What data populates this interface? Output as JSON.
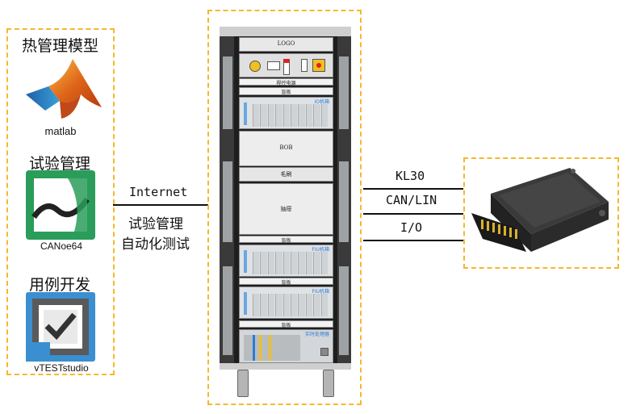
{
  "left_panel": {
    "items": [
      {
        "heading": "热管理模型",
        "caption": "matlab",
        "icon": "matlab-icon"
      },
      {
        "heading": "试验管理",
        "caption": "CANoe64",
        "icon": "canoe-icon"
      },
      {
        "heading": "用例开发",
        "caption": "vTESTstudio",
        "icon": "vteststudio-icon"
      }
    ]
  },
  "link_left": {
    "top_label": "Internet",
    "bottom_line1": "试验管理",
    "bottom_line2": "自动化测试"
  },
  "rack": {
    "units": {
      "logo": "LOGO",
      "power": "程控电源",
      "blank": "盲板",
      "io1": "IO机箱",
      "bob": "BOB",
      "brush": "毛刷",
      "drawer": "抽屉",
      "io2": "FIU机箱",
      "io3": "FIU机箱",
      "rt": "实时处理器"
    }
  },
  "link_right": {
    "labels": [
      "KL30",
      "CAN/LIN",
      "I/O"
    ]
  },
  "colors": {
    "dash": "#f5b82e",
    "line": "#111111",
    "rack_frame": "#3a3a3a",
    "accent_blue": "#2b7bd6"
  }
}
